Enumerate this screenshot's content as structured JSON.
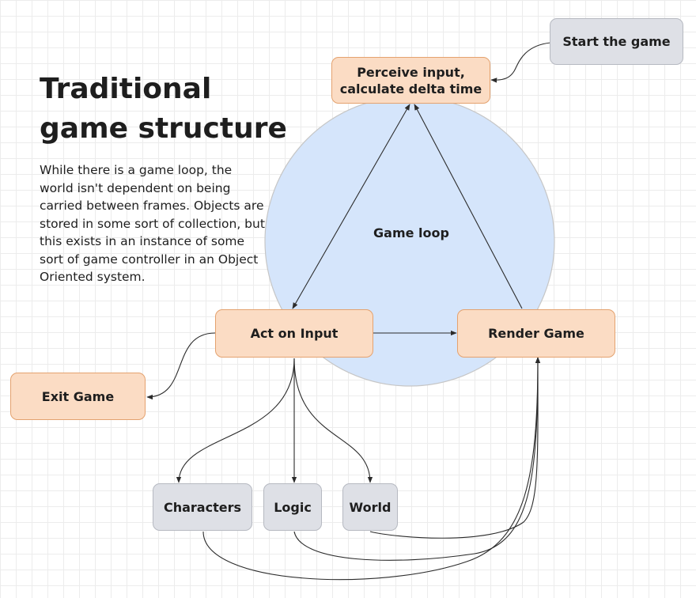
{
  "heading": {
    "title_line1": "Traditional",
    "title_line2": "game structure",
    "description": "While there is a game loop, the world isn't dependent on being carried between frames. Objects are stored in some sort of collection, but this exists in an instance of some sort of game controller in an Object Oriented system."
  },
  "loop": {
    "label": "Game loop",
    "fill_color": "#d5e5fb",
    "stroke_color": "#c6c6c6"
  },
  "nodes": {
    "start": "Start the game",
    "perceive_line1": "Perceive input,",
    "perceive_line2": "calculate delta time",
    "act": "Act on Input",
    "render": "Render Game",
    "exit": "Exit Game",
    "characters": "Characters",
    "logic": "Logic",
    "world": "World"
  },
  "colors": {
    "orange_fill": "#fbdcc4",
    "orange_stroke": "#e4a26f",
    "gray_fill": "#dee0e6",
    "gray_stroke": "#b6b9c1",
    "edge": "#2b2b2b"
  }
}
